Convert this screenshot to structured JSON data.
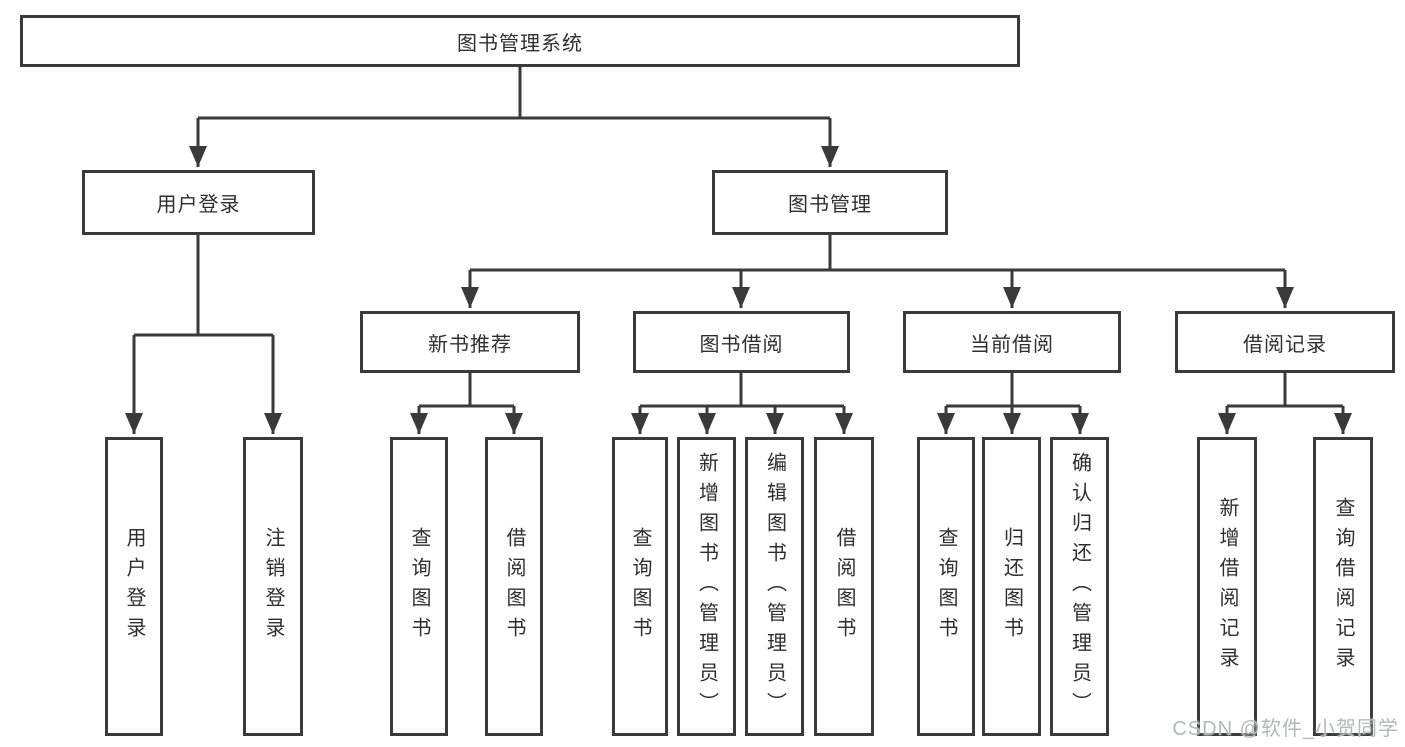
{
  "root": {
    "label": "图书管理系统"
  },
  "branches": {
    "user_login": {
      "label": "用户登录",
      "children": {
        "login": {
          "label": "用户登录"
        },
        "logout": {
          "label": "注销登录"
        }
      }
    },
    "book_management": {
      "label": "图书管理",
      "children": {
        "new_books": {
          "label": "新书推荐",
          "children": {
            "query": {
              "label": "查询图书"
            },
            "borrow": {
              "label": "借阅图书"
            }
          }
        },
        "borrowing": {
          "label": "图书借阅",
          "children": {
            "query": {
              "label": "查询图书"
            },
            "add": {
              "label": "新增图书（管理员）"
            },
            "edit": {
              "label": "编辑图书（管理员）"
            },
            "borrow": {
              "label": "借阅图书"
            }
          }
        },
        "current": {
          "label": "当前借阅",
          "children": {
            "query": {
              "label": "查询图书"
            },
            "return": {
              "label": "归还图书"
            },
            "confirm": {
              "label": "确认归还（管理员）"
            }
          }
        },
        "records": {
          "label": "借阅记录",
          "children": {
            "add": {
              "label": "新增借阅记录"
            },
            "query": {
              "label": "查询借阅记录"
            }
          }
        }
      }
    }
  },
  "watermark": "CSDN @软件_小贺同学",
  "colors": {
    "line": "#3a3a3a",
    "text": "#2f2f2f",
    "watermark": "#b5b8b8",
    "background": "#ffffff"
  }
}
